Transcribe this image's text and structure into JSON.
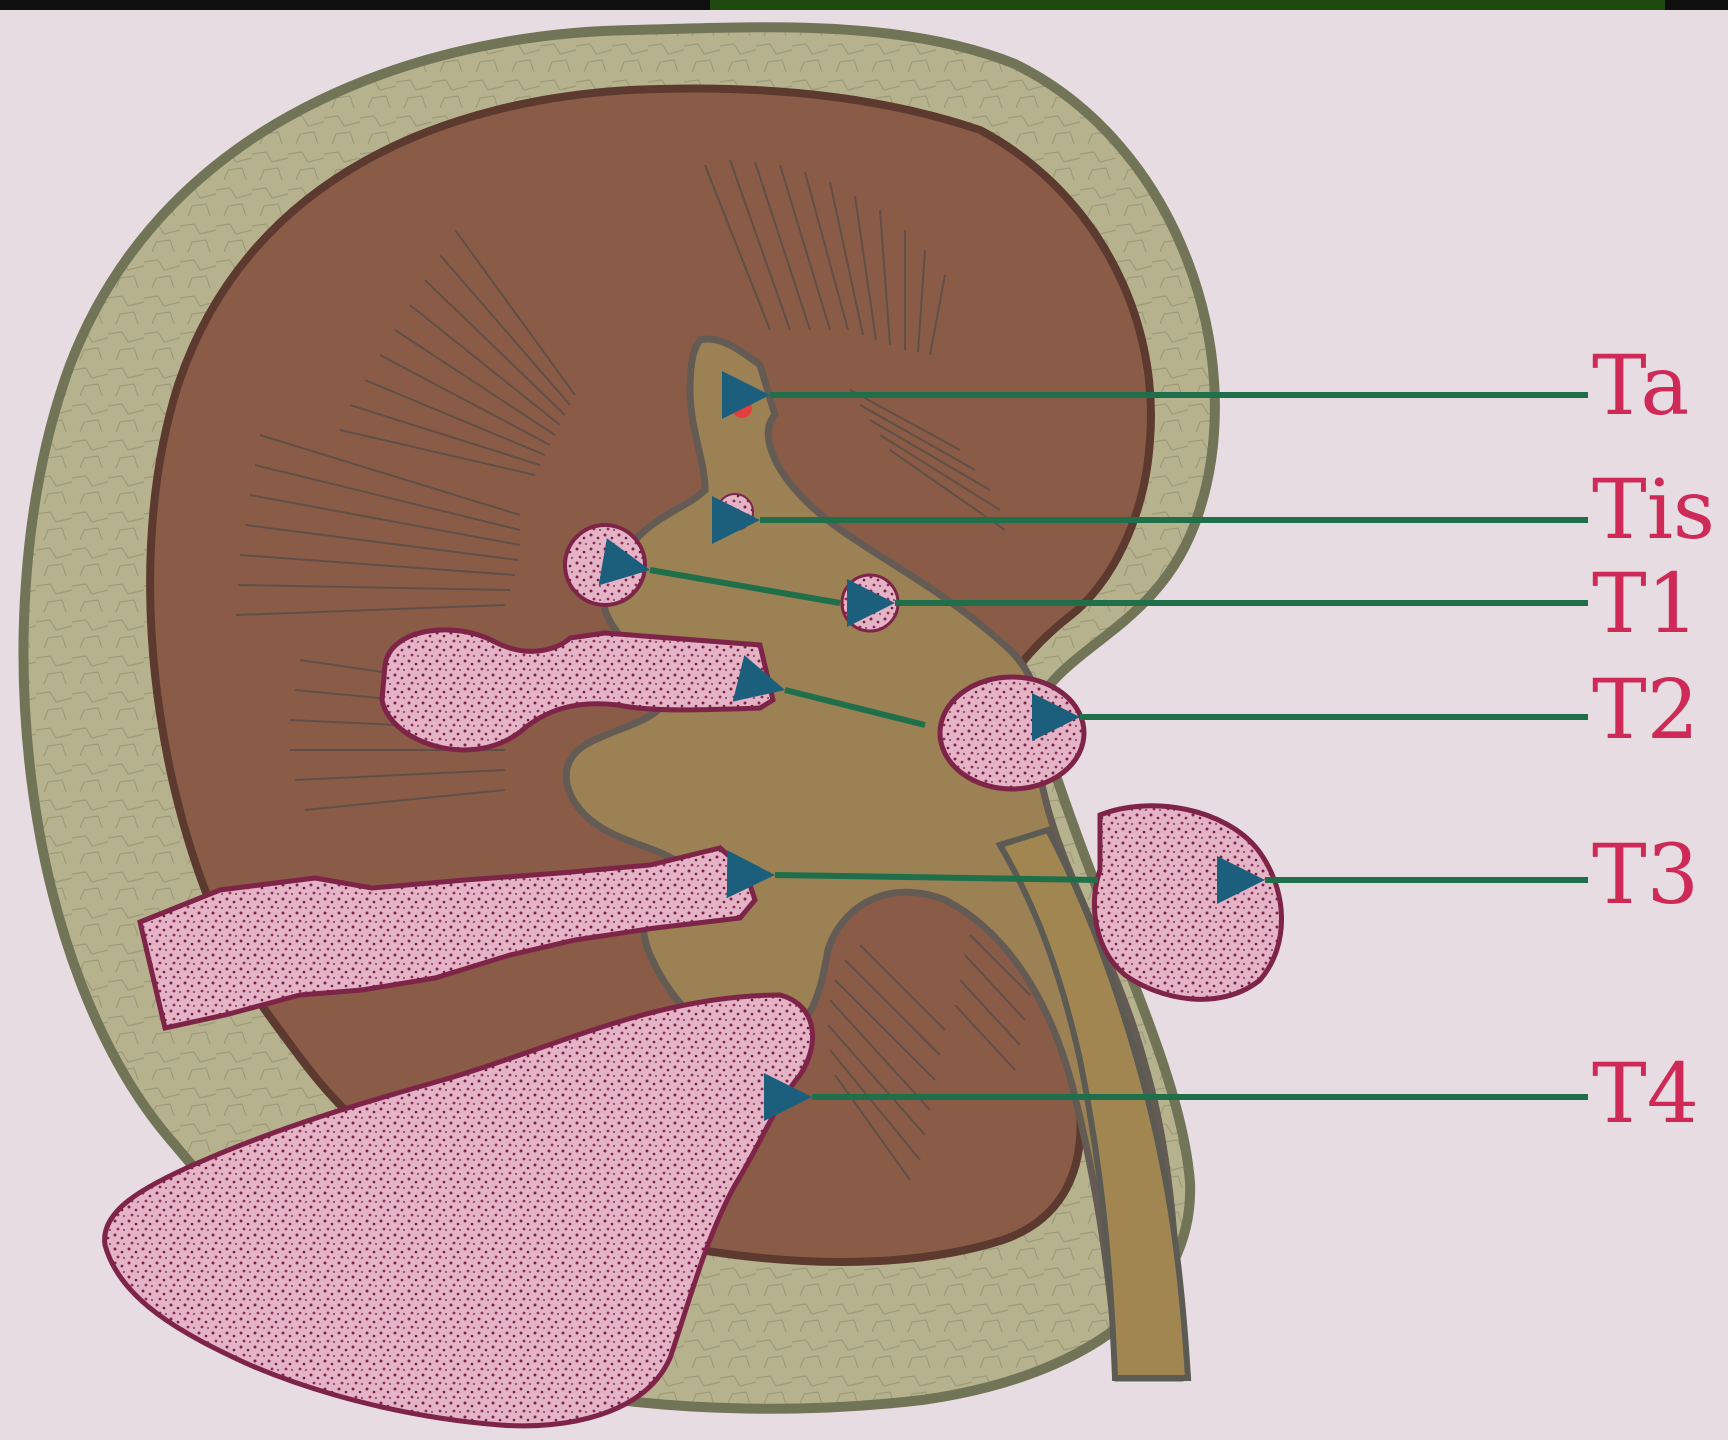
{
  "diagram": {
    "labels": {
      "ta": "Ta",
      "tis": "Tis",
      "t1": "T1",
      "t2": "T2",
      "t3": "T3",
      "t4": "T4"
    },
    "colors": {
      "background": "#e7dce1",
      "capsule_outer": "#8f9575",
      "capsule_fill": "#b7b28e",
      "parenchyma": "#8a5c47",
      "pelvis": "#9b8153",
      "tumor": "#e5b3c6",
      "tumor_dark": "#7d2448",
      "label": "#cf2a57",
      "arrow": "#1f6f4b",
      "arrowhead": "#1c5f7c"
    }
  }
}
